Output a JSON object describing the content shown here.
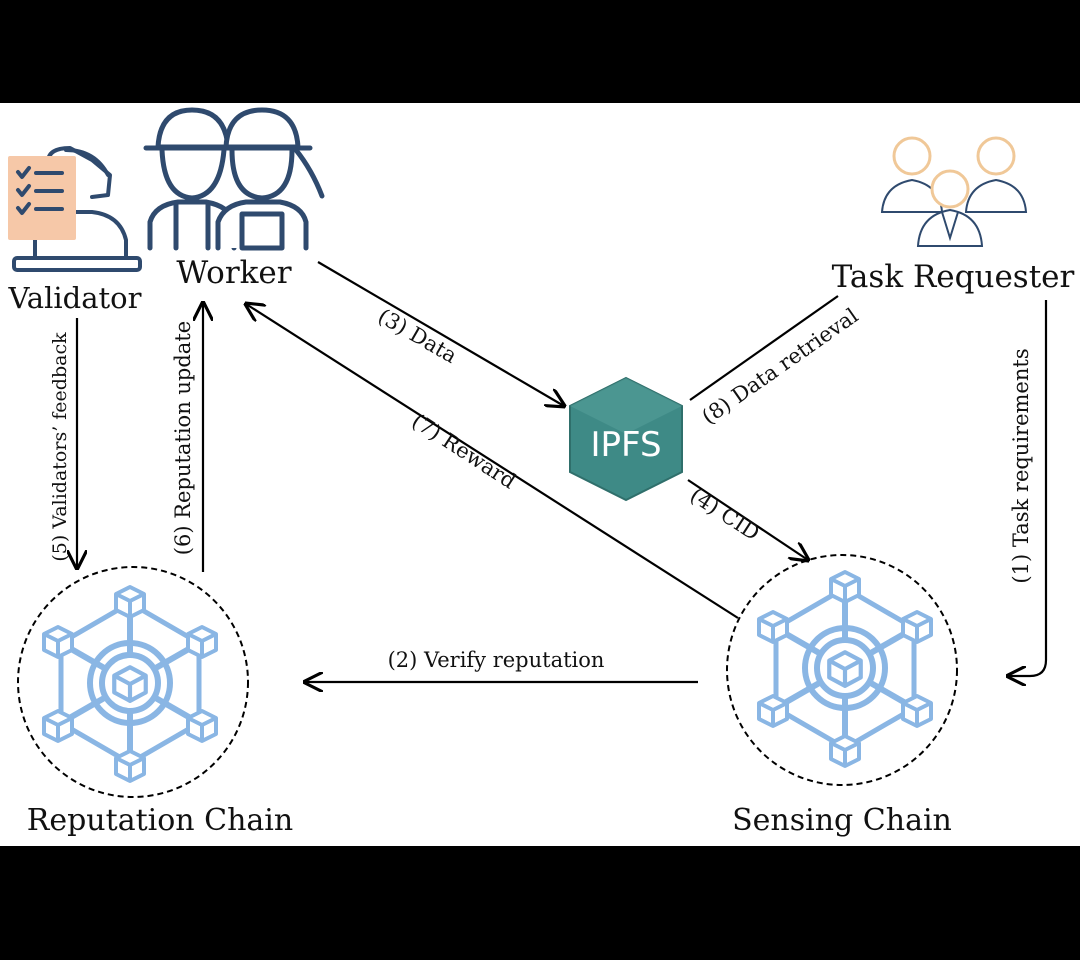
{
  "actors": {
    "validator": "Validator",
    "worker": "Worker",
    "task_requester": "Task Requester",
    "reputation_chain": "Reputation Chain",
    "sensing_chain": "Sensing Chain",
    "ipfs": "IPFS"
  },
  "flows": {
    "task_requirements": "(1) Task requirements",
    "verify_reputation": "(2) Verify reputation",
    "data": "(3) Data",
    "cid": "(4) CID",
    "validators_feedback": "(5) Validators’ feedback",
    "reputation_update": "(6) Reputation update",
    "reward": "(7) Reward",
    "data_retrieval": "(8) Data retrieval"
  },
  "colors": {
    "chain_icon": "#8ab6e4",
    "ipfs_cube": "#3e8a86",
    "requester_head": "#f0c898",
    "validator_board": "#f6c8a8",
    "icon_stroke": "#2f4a6e"
  },
  "icons": {
    "validator": "validator-icon",
    "worker": "workers-icon",
    "task_requester": "group-icon",
    "chains": "blockchain-network-icon",
    "ipfs": "ipfs-cube-icon"
  }
}
